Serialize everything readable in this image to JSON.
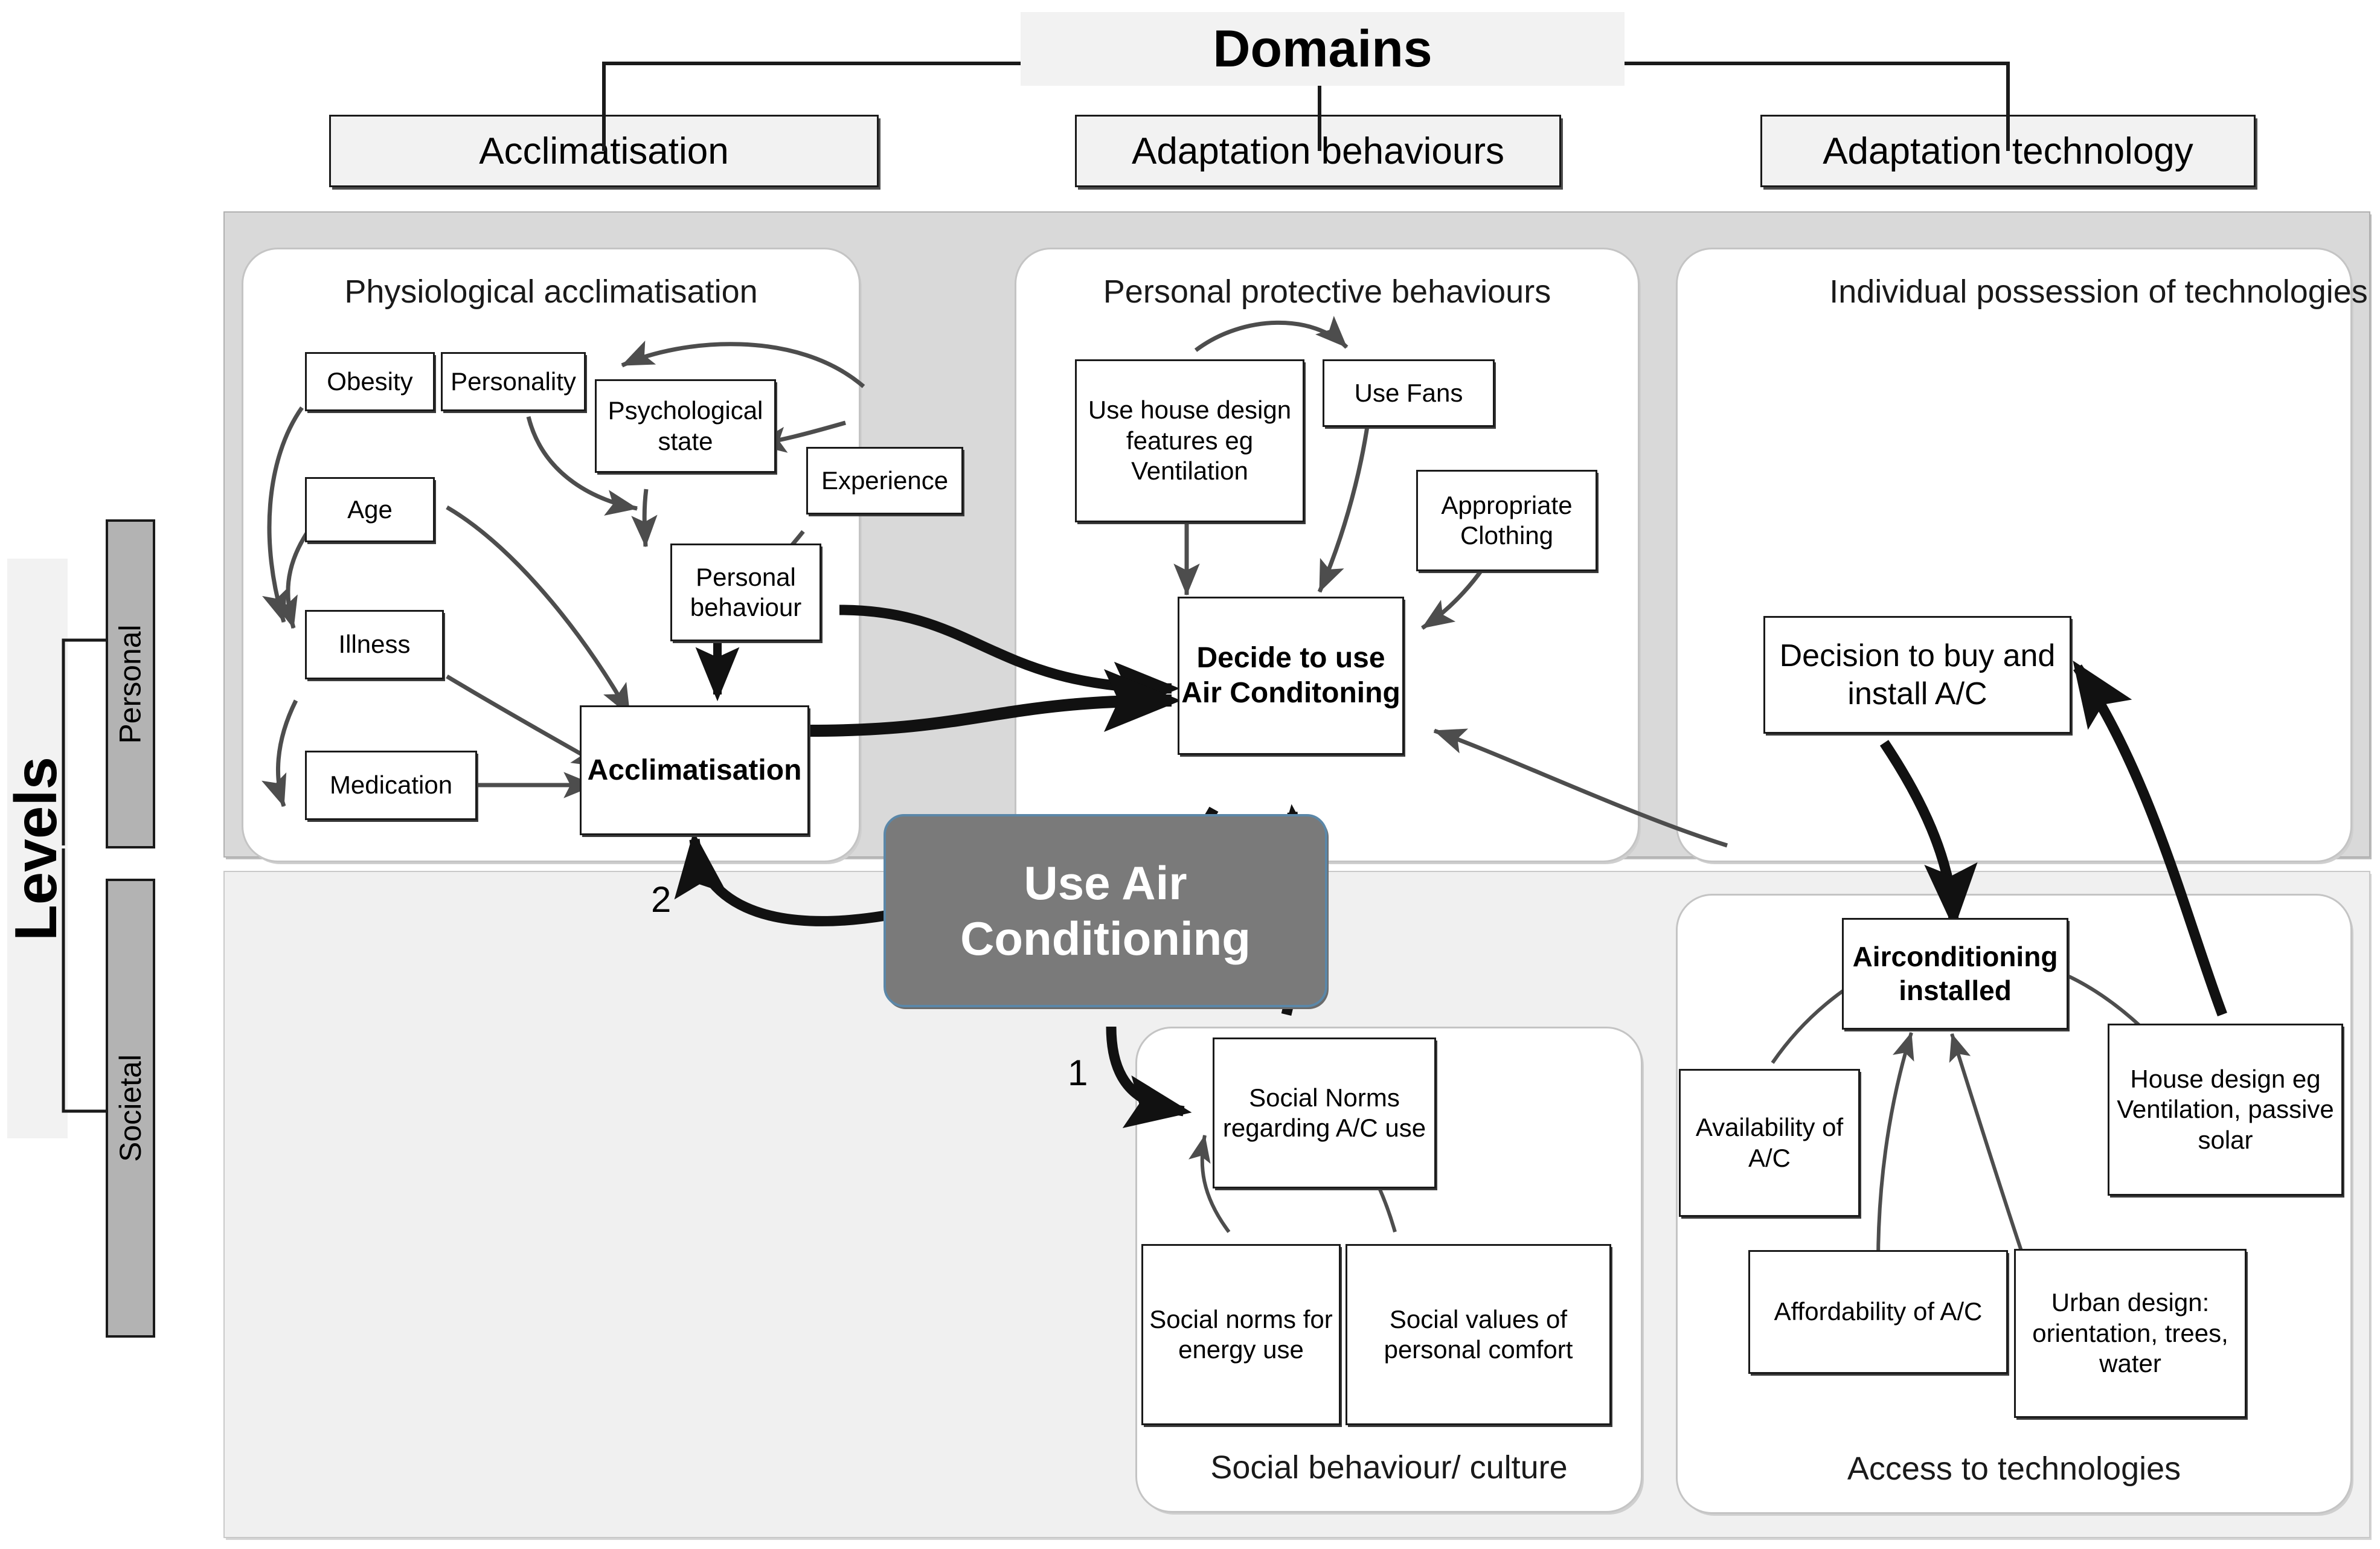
{
  "header": {
    "title": "Domains",
    "domains": [
      {
        "label": "Acclimatisation"
      },
      {
        "label": "Adaptation behaviours"
      },
      {
        "label": "Adaptation technology"
      }
    ]
  },
  "levels": {
    "axis_title": "Levels",
    "items": [
      {
        "label": "Personal"
      },
      {
        "label": "Societal"
      }
    ]
  },
  "panels": {
    "physiological": {
      "label": "Physiological acclimatisation"
    },
    "protective": {
      "label": "Personal protective behaviours"
    },
    "possession": {
      "label": "Individual possession of technologies"
    },
    "social": {
      "label": "Social behaviour/ culture"
    },
    "access": {
      "label": "Access to technologies"
    }
  },
  "nodes": {
    "obesity": "Obesity",
    "personality": "Personality",
    "psychological_state": "Psychological state",
    "experience": "Experience",
    "age": "Age",
    "illness": "Illness",
    "medication": "Medication",
    "personal_behaviour": "Personal behaviour",
    "acclimatisation": "Acclimatisation",
    "use_house_design": "Use house design features eg Ventilation",
    "use_fans": "Use Fans",
    "appropriate_clothing": "Appropriate Clothing",
    "decide_to_use_ac": "Decide to use Air Conditoning",
    "use_air_conditioning": "Use Air Conditioning",
    "decision_to_buy": "Decision to buy and install A/C",
    "airconditioning_installed": "Airconditioning installed",
    "availability": "Availability of A/C",
    "affordability": "Affordability of A/C",
    "urban_design": "Urban design: orientation, trees, water",
    "house_design": "House design eg Ventilation, passive solar",
    "social_norms_ac": "Social Norms regarding A/C use",
    "social_norms_energy": "Social norms for energy use",
    "social_values": "Social values of personal comfort"
  },
  "edge_labels": {
    "one": "1",
    "two": "2"
  },
  "colors": {
    "use_ac_fill": "#7a7a7a",
    "use_ac_border": "#5b87a8",
    "personal_band": "#d9d9d9",
    "societal_band": "#f0f0f0",
    "level_bar": "#b3b3b3",
    "chip_fill": "#f2f2f2",
    "stroke": "#1a1a1a"
  }
}
